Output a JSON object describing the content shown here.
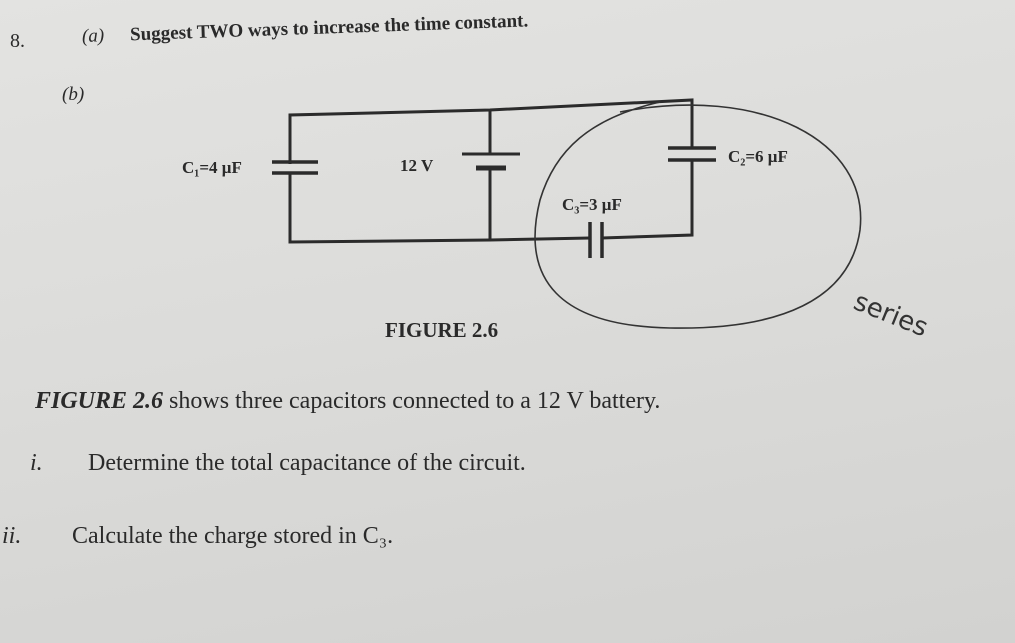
{
  "question": {
    "number": "8.",
    "part_a": {
      "label": "(a)",
      "text_bold": "Suggest TWO",
      "text": " ways to increase the time constant."
    },
    "part_b": {
      "label": "(b)"
    },
    "figure": {
      "caption": "FIGURE 2.6",
      "c1_label": "C₁=4 μF",
      "battery_label": "12 V",
      "c2_label": "C₂=6 μF",
      "c3_label": "C₃=3 μF",
      "handwritten_note": "series"
    },
    "description": {
      "bold": "FIGURE 2.6",
      "text": " shows three capacitors connected to a 12 V battery."
    },
    "sub_questions": [
      {
        "label": "i.",
        "text": "Determine the total capacitance of the circuit."
      },
      {
        "label": "ii.",
        "text": "Calculate the charge stored in C₃."
      }
    ]
  }
}
